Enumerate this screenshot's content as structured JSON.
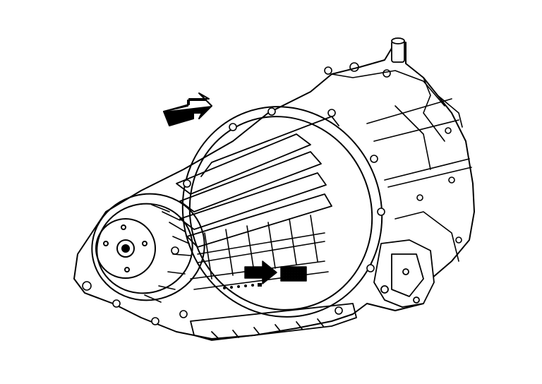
{
  "figure": {
    "subject": "transmission-assembly",
    "indicators": [
      {
        "name": "front-direction-arrow",
        "icon": "bent-arrow-icon"
      },
      {
        "name": "id-label-pointer-arrow",
        "icon": "right-arrow-icon"
      }
    ],
    "colors": {
      "line": "#000000",
      "background": "#ffffff",
      "label_fill": "#000000"
    }
  }
}
